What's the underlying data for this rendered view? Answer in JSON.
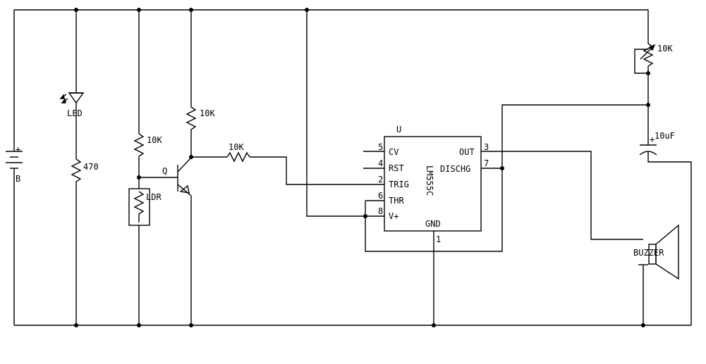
{
  "battery": {
    "label": "B",
    "plus": "+"
  },
  "led": {
    "label": "LED"
  },
  "resistors": {
    "r_led": "470",
    "r_ldr_top": "10K",
    "r_collector": "10K",
    "r_base": "10K",
    "pot": "10K"
  },
  "ldr": {
    "label": "LDR"
  },
  "transistor": {
    "label": "Q"
  },
  "capacitor": {
    "label": "10uF"
  },
  "buzzer": {
    "label": "BUZZER"
  },
  "ic": {
    "designator": "U",
    "part": "LM555C",
    "pins": {
      "cv": {
        "name": "CV",
        "num": "5"
      },
      "rst": {
        "name": "RST",
        "num": "4"
      },
      "trig": {
        "name": "TRIG",
        "num": "2"
      },
      "thr": {
        "name": "THR",
        "num": "6"
      },
      "vplus": {
        "name": "V+",
        "num": "8"
      },
      "out": {
        "name": "OUT",
        "num": "3"
      },
      "dischg": {
        "name": "DISCHG",
        "num": "7"
      },
      "gnd": {
        "name": "GND",
        "num": "1"
      }
    }
  }
}
